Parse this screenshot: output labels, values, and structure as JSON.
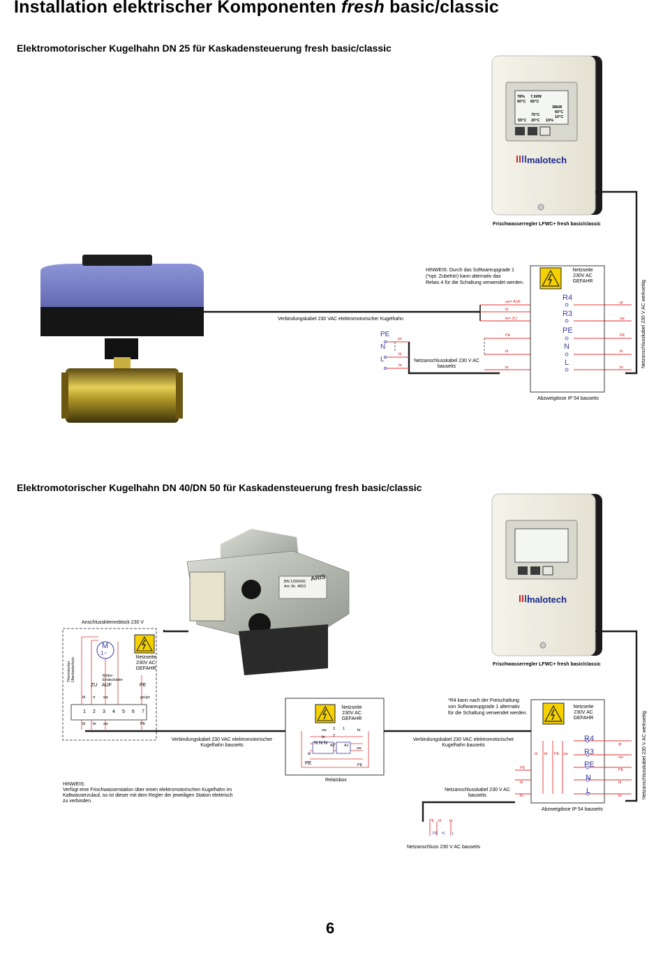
{
  "page": {
    "title_pre": "Installation elektrischer Komponenten ",
    "title_em": "fresh",
    "title_post": " basic/classic",
    "number": "6"
  },
  "section1": {
    "heading": "Elektromotorischer Kugelhahn DN 25 für Kaskadensteuerung fresh basic/classic",
    "controller_caption": "Frischwasserregler LFWC+ fresh basic/classic",
    "brand": "malotech",
    "hint": [
      "HINWEIS: Durch das Softwareupgrade 1",
      "(*opt. Zubehör) kann alternativ das",
      "Relais 4 für die Schaltung verwendet werden."
    ],
    "mains_side": [
      "Netzseite",
      "230V AC",
      "GEFAHR"
    ],
    "cable_label": "Verbindungskabel 230 VAC elektromotorischer Kugelhahn",
    "supply_cable": [
      "Netzanschlusskabel 230 V AC",
      "bauseits"
    ],
    "junction_box": "Abzweigdose IP 54 bauseits",
    "factory_cable": "Netzanschlusskabel 230 V AC werkseitig",
    "terminals": [
      "R4",
      "R3",
      "PE",
      "N",
      "L"
    ],
    "left_terminals": [
      "PE",
      "N",
      "L"
    ],
    "wire_labels": {
      "sw_auf": "sw= AUF",
      "br_zu": "br= ZU",
      "bl": "bl",
      "pe": "PE",
      "br": "br",
      "gr": "gr",
      "sw": "sw",
      "pe_small": "pe"
    },
    "screen": {
      "v1": "78%",
      "v2": "7.0l/W",
      "v3": "60°C",
      "v4": "65°C",
      "v5": "38kW",
      "v6": "55°C",
      "v7": "75°C",
      "v8": "20°C",
      "v9": "10°C",
      "v10": "60°C",
      "v11": "10%"
    }
  },
  "section2": {
    "heading": "Elektromotorischer Kugelhahn DN 40/DN 50 für Kaskadensteuerung fresh basic/classic",
    "terminal_block": "Anschlussklemmblock 230 V",
    "motor_symbol": "M",
    "motor_sub": "1~",
    "thermal": [
      "Thermischer",
      "Überlastschutz"
    ],
    "endswitch": [
      "Motor-",
      "Endschalter"
    ],
    "zu": "ZU",
    "auf": "AUF",
    "pe": "PE",
    "mains_side": [
      "Netzseite",
      "230V AC",
      "GEFAHR"
    ],
    "wire_top": [
      "bl",
      "rt",
      "sw",
      "ge/gn"
    ],
    "terminal_numbers": [
      "1",
      "2",
      "3",
      "4",
      "5",
      "6",
      "7"
    ],
    "wire_bottom": [
      "bl",
      "br",
      "sw",
      "PE"
    ],
    "cable_left": [
      "Verbindungskabel 230 VAC elektromotorischer",
      "Kugelhahn bauseits"
    ],
    "cable_right": [
      "Verbindungskabel 230 VAC elektromotorischer",
      "Kugelhahn bauseits"
    ],
    "relay_box": "Relaisbox",
    "relay_labels": {
      "sw": "sw",
      "br": "br",
      "n": "N",
      "a2": "A2",
      "a1": "A1",
      "bl": "bl",
      "three": "3",
      "two": "2",
      "one": "1"
    },
    "r4_note": [
      "*R4 kann nach der Freischaltung",
      "von Softwareupgrade 1 alternativ",
      "für die Schaltung verwendet werden."
    ],
    "controller_caption": "Frischwasserregler LFWC+ fresh basic/classic",
    "brand": "malotech",
    "supply_cable": [
      "Netzanschlusskabel 230 V AC",
      "bauseits"
    ],
    "junction_box": "Abzweigdose IP 54 bauseits",
    "factory_cable": "Netzanschlusskabel 230 V AC werkseitig",
    "terminals": [
      "R4",
      "R3",
      "PE",
      "N",
      "L"
    ],
    "mains_supply": "Netzanschluss 230 V AC bauseits",
    "hint": [
      "HINWEIS:",
      "Verfügt eine Frischwasserstation über einen elektromotorischen Kugelhahn im",
      "Kaltwasserzulauf, so ist dieser mit dem Regler der jeweiligen Station elektrisch",
      "zu verbinden."
    ],
    "actuator_brand": "ARIS",
    "actuator_plate": [
      "BN 1290000",
      "Art.-Nr. 4653"
    ],
    "supply_labels": {
      "pe": "PE",
      "bl": "bl",
      "br": "br",
      "pe_low": "PE",
      "n_low": "N",
      "l_low": "L"
    }
  }
}
